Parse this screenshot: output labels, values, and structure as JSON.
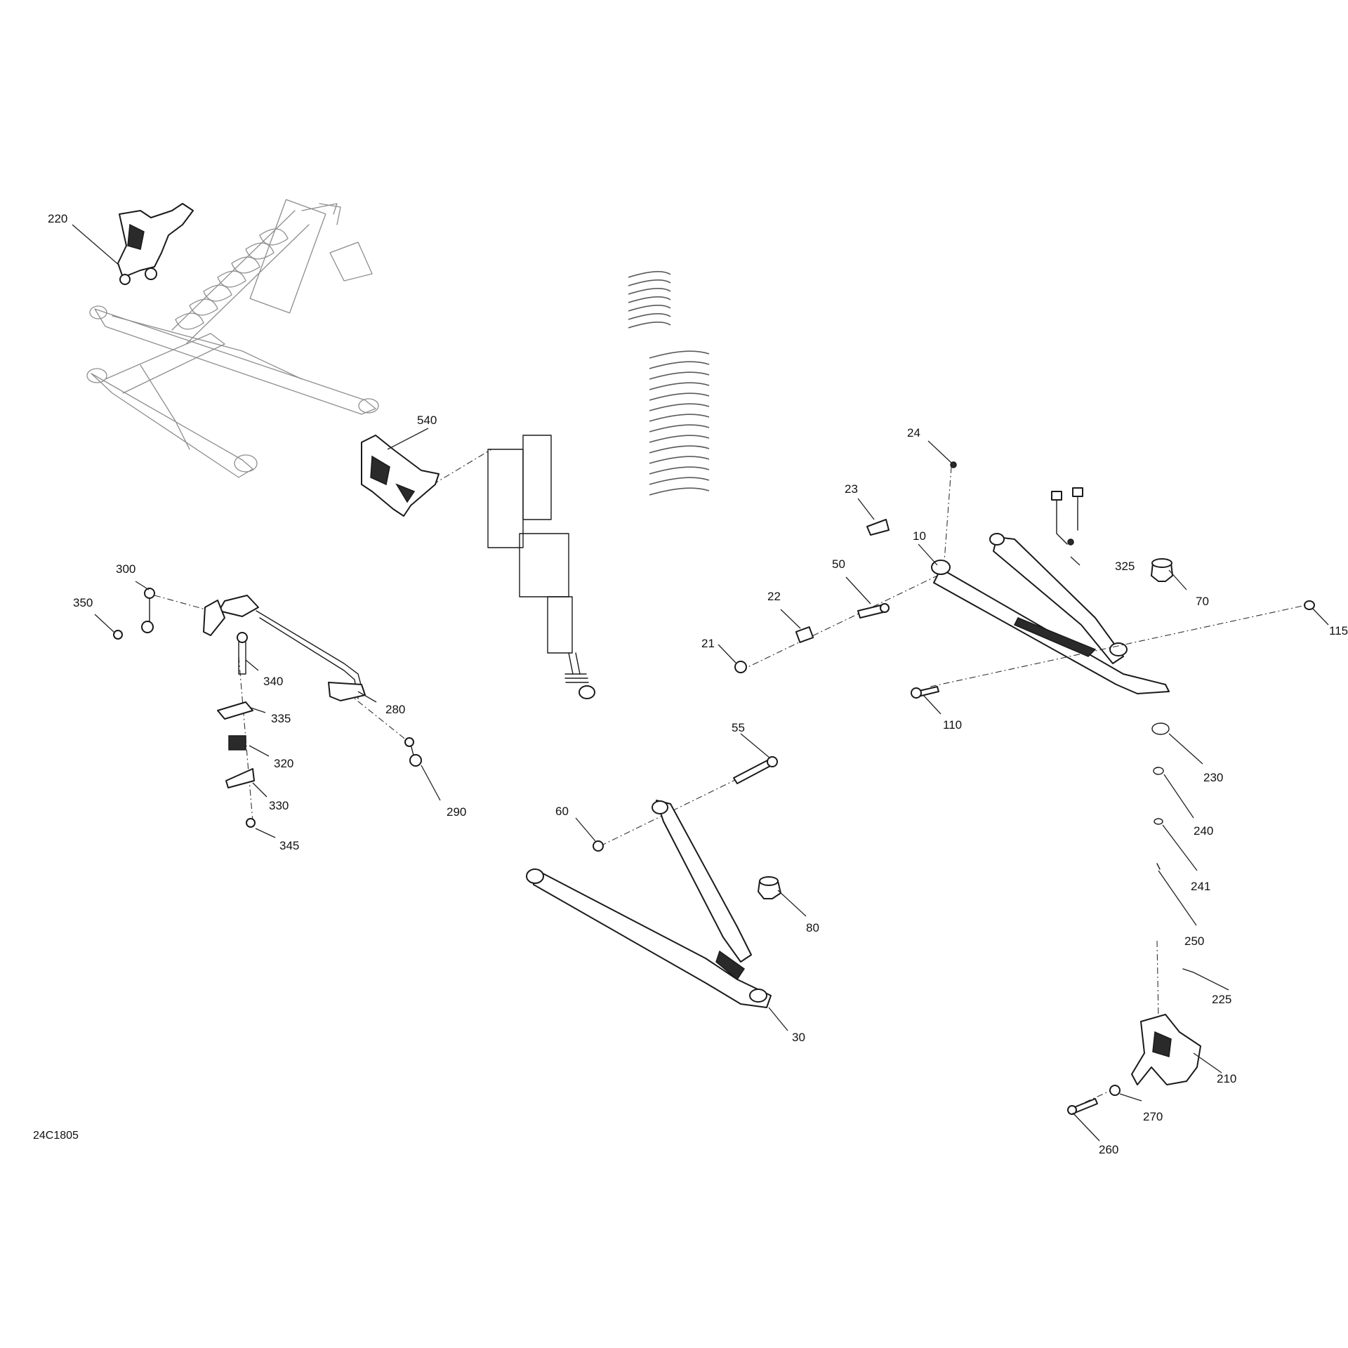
{
  "figure_id": "24C1805",
  "callouts": [
    {
      "label": "220"
    },
    {
      "label": "540"
    },
    {
      "label": "24"
    },
    {
      "label": "23"
    },
    {
      "label": "10"
    },
    {
      "label": "325"
    },
    {
      "label": "70"
    },
    {
      "label": "50"
    },
    {
      "label": "115"
    },
    {
      "label": "22"
    },
    {
      "label": "21"
    },
    {
      "label": "110"
    },
    {
      "label": "300"
    },
    {
      "label": "350"
    },
    {
      "label": "340"
    },
    {
      "label": "280"
    },
    {
      "label": "335"
    },
    {
      "label": "320"
    },
    {
      "label": "330"
    },
    {
      "label": "290"
    },
    {
      "label": "345"
    },
    {
      "label": "55"
    },
    {
      "label": "60"
    },
    {
      "label": "80"
    },
    {
      "label": "30"
    },
    {
      "label": "230"
    },
    {
      "label": "240"
    },
    {
      "label": "241"
    },
    {
      "label": "250"
    },
    {
      "label": "225"
    },
    {
      "label": "210"
    },
    {
      "label": "270"
    },
    {
      "label": "260"
    }
  ]
}
